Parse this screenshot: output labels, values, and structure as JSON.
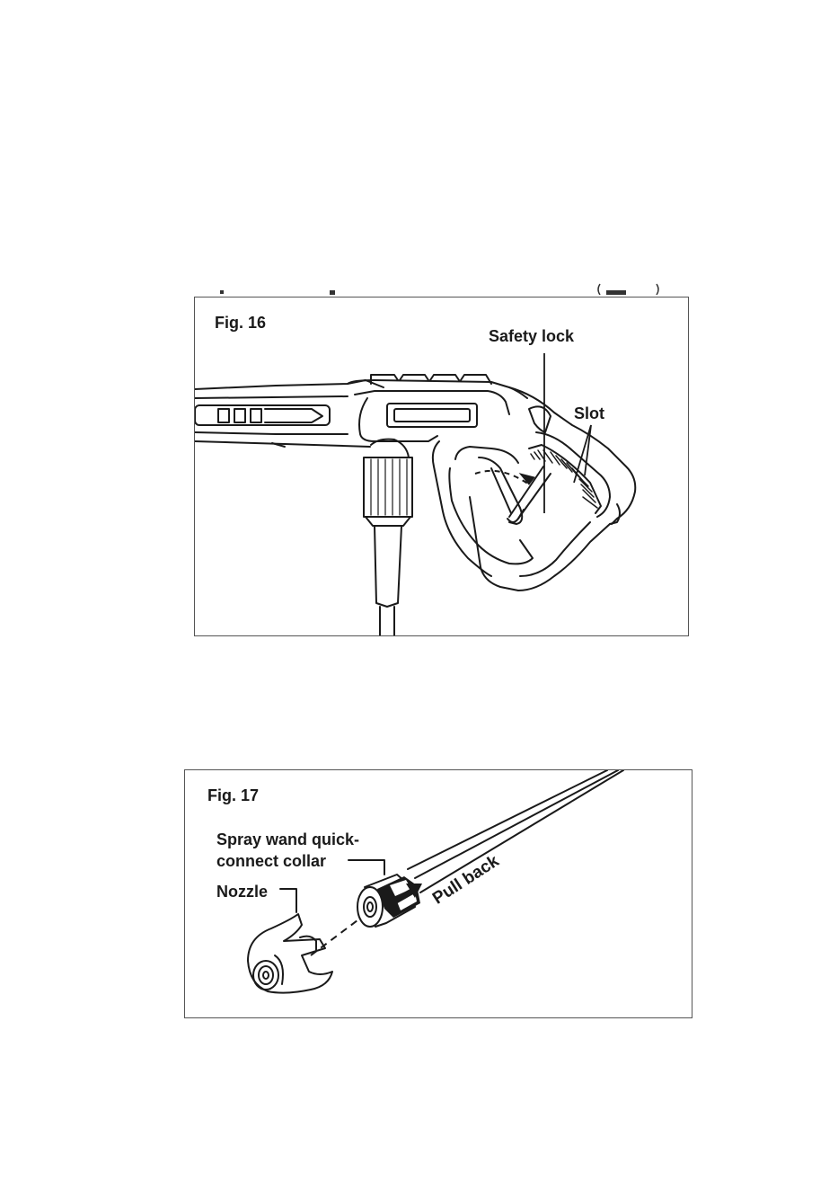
{
  "figures": {
    "fig16": {
      "title": "Fig. 16",
      "labels": {
        "safety_lock": "Safety lock",
        "slot": "Slot"
      }
    },
    "fig17": {
      "title": "Fig. 17",
      "labels": {
        "collar_line1": "Spray wand quick-",
        "collar_line2": "connect collar",
        "nozzle": "Nozzle",
        "pull_back": "Pull back"
      }
    }
  },
  "colors": {
    "line": "#1a1a1a",
    "border": "#555555",
    "background": "#ffffff"
  }
}
